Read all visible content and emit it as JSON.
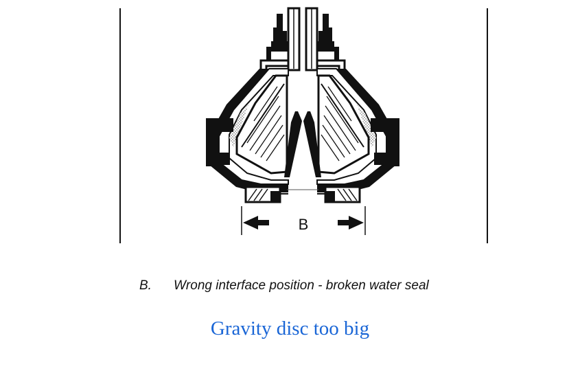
{
  "diagram": {
    "dimension_label": "B"
  },
  "caption": {
    "letter": "B.",
    "text": "Wrong interface position - broken water seal"
  },
  "note": {
    "text": "Gravity disc too big",
    "color": "#1a66d6"
  },
  "colors": {
    "line": "#111111",
    "background": "#ffffff",
    "sediment": "#999999"
  }
}
